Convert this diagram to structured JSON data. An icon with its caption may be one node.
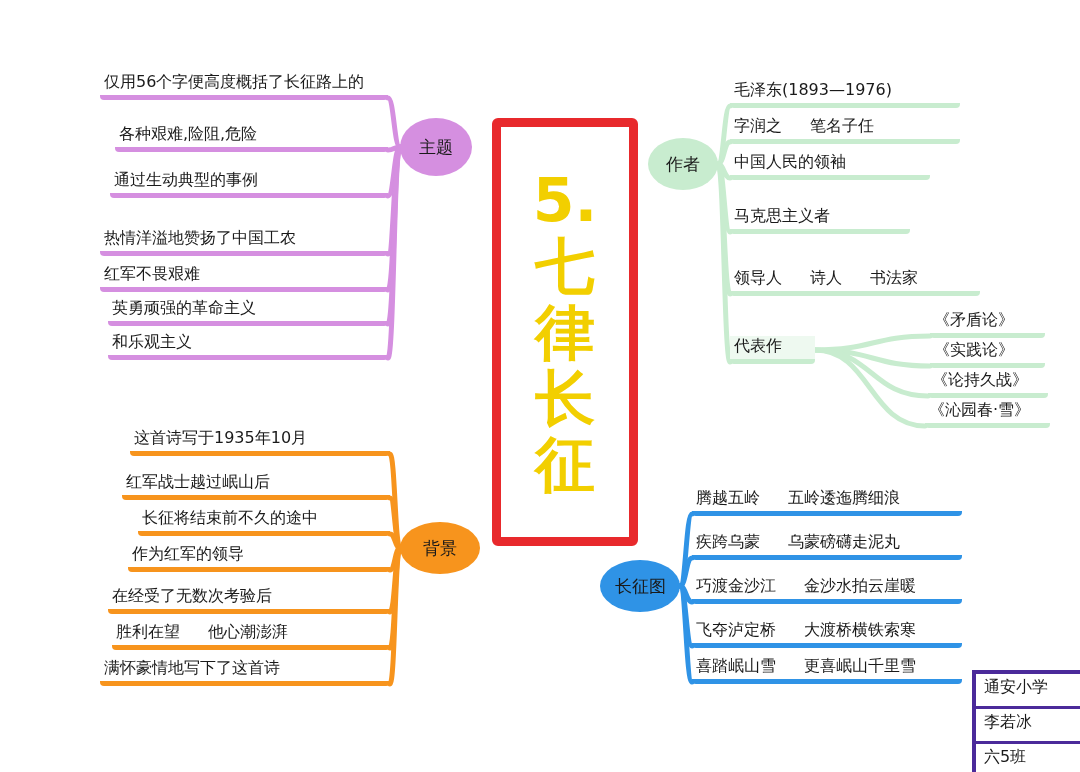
{
  "diagram": {
    "nodes": [
      {
        "text": [
          "5.七律长征"
        ]
      },
      {
        "text": [
          "主题"
        ]
      },
      {
        "text": [
          "仅用56个字便高度概括了长征路上的"
        ]
      },
      {
        "text": [
          "各种艰难,险阻,危险"
        ]
      },
      {
        "text": [
          "通过生动典型的事例"
        ]
      },
      {
        "text": [
          "热情洋溢地赞扬了中国工农"
        ]
      },
      {
        "text": [
          "红军不畏艰难"
        ]
      },
      {
        "text": [
          "英勇顽强的革命主义"
        ]
      },
      {
        "text": [
          "和乐观主义"
        ]
      },
      {
        "text": [
          "作者"
        ]
      },
      {
        "text": [
          "毛泽东(1893—1976)"
        ]
      },
      {
        "text": [
          "字润之",
          "笔名子任"
        ]
      },
      {
        "text": [
          "中国人民的领袖"
        ]
      },
      {
        "text": [
          "马克思主义者"
        ]
      },
      {
        "text": [
          "领导人",
          "诗人",
          "书法家"
        ]
      },
      {
        "text": [
          "代表作"
        ]
      },
      {
        "text": [
          "《矛盾论》"
        ]
      },
      {
        "text": [
          "《实践论》"
        ]
      },
      {
        "text": [
          "《论持久战》"
        ]
      },
      {
        "text": [
          "《沁园春·雪》"
        ]
      },
      {
        "text": [
          "背景"
        ]
      },
      {
        "text": [
          "这首诗写于1935年10月"
        ]
      },
      {
        "text": [
          "红军战士越过岷山后"
        ]
      },
      {
        "text": [
          "长征将结束前不久的途中"
        ]
      },
      {
        "text": [
          "作为红军的领导"
        ]
      },
      {
        "text": [
          "在经受了无数次考验后"
        ]
      },
      {
        "text": [
          "胜利在望",
          "他心潮澎湃"
        ]
      },
      {
        "text": [
          "满怀豪情地写下了这首诗"
        ]
      },
      {
        "text": [
          "长征图"
        ]
      },
      {
        "text": [
          "腾越五岭",
          "五岭逶迤腾细浪"
        ]
      },
      {
        "text": [
          "疾跨乌蒙",
          "乌蒙磅礴走泥丸"
        ]
      },
      {
        "text": [
          "巧渡金沙江",
          "金沙水拍云崖暖"
        ]
      },
      {
        "text": [
          "飞夺泸定桥",
          "大渡桥横铁索寒"
        ]
      },
      {
        "text": [
          "喜踏岷山雪",
          "更喜岷山千里雪"
        ]
      }
    ],
    "edges": [
      {
        "from": 1,
        "to": 2,
        "arrow": "none",
        "color": "#d58fe0"
      },
      {
        "from": 1,
        "to": 3,
        "arrow": "none",
        "color": "#d58fe0"
      },
      {
        "from": 1,
        "to": 4,
        "arrow": "none",
        "color": "#d58fe0"
      },
      {
        "from": 1,
        "to": 5,
        "arrow": "none",
        "color": "#d58fe0"
      },
      {
        "from": 1,
        "to": 6,
        "arrow": "none",
        "color": "#d58fe0"
      },
      {
        "from": 1,
        "to": 7,
        "arrow": "none",
        "color": "#d58fe0"
      },
      {
        "from": 1,
        "to": 8,
        "arrow": "none",
        "color": "#d58fe0"
      },
      {
        "from": 9,
        "to": 10,
        "arrow": "none",
        "color": "#c8eccf"
      },
      {
        "from": 9,
        "to": 11,
        "arrow": "none",
        "color": "#c8eccf"
      },
      {
        "from": 9,
        "to": 12,
        "arrow": "none",
        "color": "#c8eccf"
      },
      {
        "from": 9,
        "to": 13,
        "arrow": "none",
        "color": "#c8eccf"
      },
      {
        "from": 9,
        "to": 14,
        "arrow": "none",
        "color": "#c8eccf"
      },
      {
        "from": 9,
        "to": 15,
        "arrow": "none",
        "color": "#c8eccf"
      },
      {
        "from": 15,
        "to": 16,
        "arrow": "none",
        "color": "#c8eccf"
      },
      {
        "from": 15,
        "to": 17,
        "arrow": "none",
        "color": "#c8eccf"
      },
      {
        "from": 15,
        "to": 18,
        "arrow": "none",
        "color": "#c8eccf"
      },
      {
        "from": 15,
        "to": 19,
        "arrow": "none",
        "color": "#c8eccf"
      },
      {
        "from": 20,
        "to": 21,
        "arrow": "none",
        "color": "#f7941d"
      },
      {
        "from": 20,
        "to": 22,
        "arrow": "none",
        "color": "#f7941d"
      },
      {
        "from": 20,
        "to": 23,
        "arrow": "none",
        "color": "#f7941d"
      },
      {
        "from": 20,
        "to": 24,
        "arrow": "none",
        "color": "#f7941d"
      },
      {
        "from": 20,
        "to": 25,
        "arrow": "none",
        "color": "#f7941d"
      },
      {
        "from": 20,
        "to": 26,
        "arrow": "none",
        "color": "#f7941d"
      },
      {
        "from": 20,
        "to": 27,
        "arrow": "none",
        "color": "#f7941d"
      },
      {
        "from": 28,
        "to": 29,
        "arrow": "none",
        "color": "#2f93e6"
      },
      {
        "from": 28,
        "to": 30,
        "arrow": "none",
        "color": "#2f93e6"
      },
      {
        "from": 28,
        "to": 31,
        "arrow": "none",
        "color": "#2f93e6"
      },
      {
        "from": 28,
        "to": 32,
        "arrow": "none",
        "color": "#2f93e6"
      },
      {
        "from": 28,
        "to": 33,
        "arrow": "none",
        "color": "#2f93e6"
      }
    ],
    "labels": [
      "通安小学",
      "李若冰",
      "六5班"
    ]
  }
}
